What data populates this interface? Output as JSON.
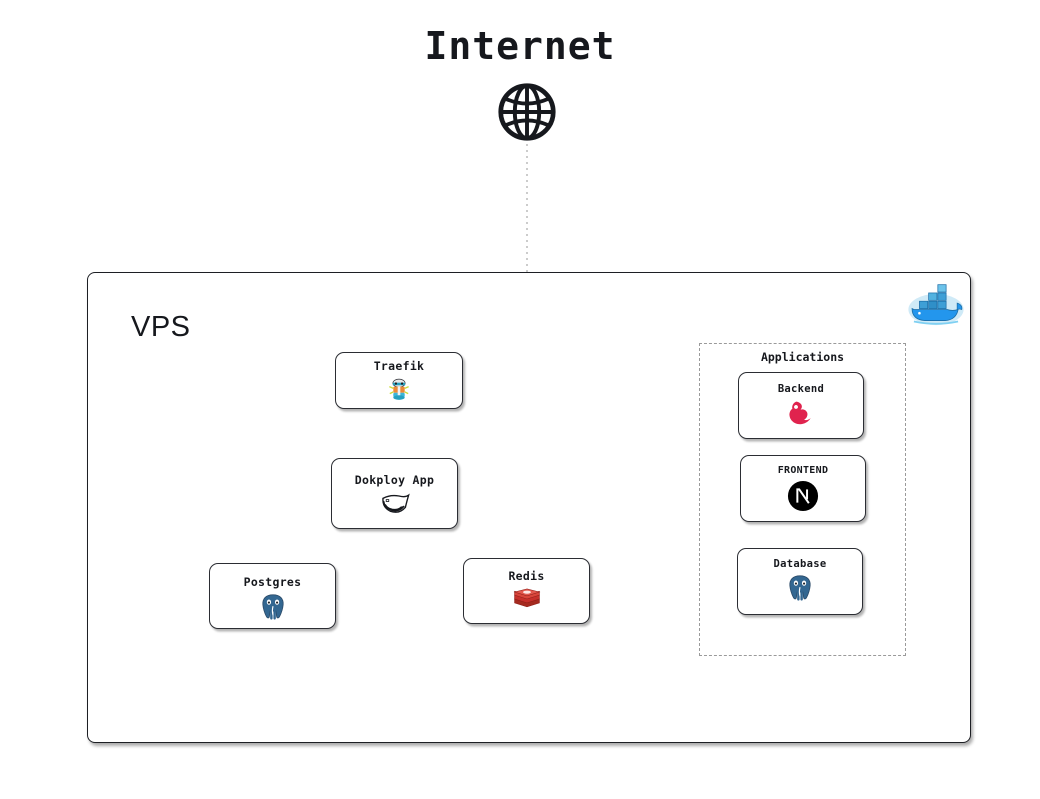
{
  "diagram": {
    "title": "Internet",
    "globe_icon": "globe-icon",
    "container": {
      "label": "VPS",
      "badge_icon": "docker-whale-icon"
    },
    "nodes": [
      {
        "id": "traefik",
        "label": "Traefik",
        "icon": "traefik-logo-icon"
      },
      {
        "id": "dokploy",
        "label": "Dokploy App",
        "icon": "dokploy-logo-icon"
      },
      {
        "id": "postgres",
        "label": "Postgres",
        "icon": "postgresql-elephant-icon"
      },
      {
        "id": "redis",
        "label": "Redis",
        "icon": "redis-logo-icon"
      },
      {
        "id": "backend",
        "label": "Backend",
        "icon": "nestjs-logo-icon"
      },
      {
        "id": "frontend",
        "label": "FRONTEND",
        "icon": "nextjs-logo-icon"
      },
      {
        "id": "database",
        "label": "Database",
        "icon": "postgresql-elephant-icon"
      }
    ],
    "groups": [
      {
        "id": "applications",
        "label": "Applications"
      }
    ],
    "edges": [
      {
        "from": "internet",
        "to": "vps",
        "style": "dotted"
      },
      {
        "from": "vps",
        "to": "traefik",
        "style": "dotted"
      },
      {
        "from": "traefik",
        "to": "dokploy",
        "style": "dashed",
        "arrow": true
      },
      {
        "from": "traefik",
        "to": "backend",
        "style": "dotted",
        "arrow": true
      },
      {
        "from": "traefik",
        "to": "frontend",
        "style": "dotted",
        "arrow": true
      },
      {
        "from": "dokploy",
        "to": "postgres",
        "style": "dotted",
        "arrow": true
      },
      {
        "from": "dokploy",
        "to": "redis",
        "style": "dotted",
        "arrow": true
      }
    ],
    "colors": {
      "background": "#ffffff",
      "stroke": "#1d1f24",
      "edge": "#9a9a9a",
      "nestjs_red": "#e0234e",
      "redis_red": "#c6302b",
      "postgres_blue": "#336791",
      "docker_blue": "#2396ed",
      "traefik_blue": "#24a1c1",
      "traefik_orange": "#ed8936",
      "nextjs_black": "#000000"
    }
  }
}
